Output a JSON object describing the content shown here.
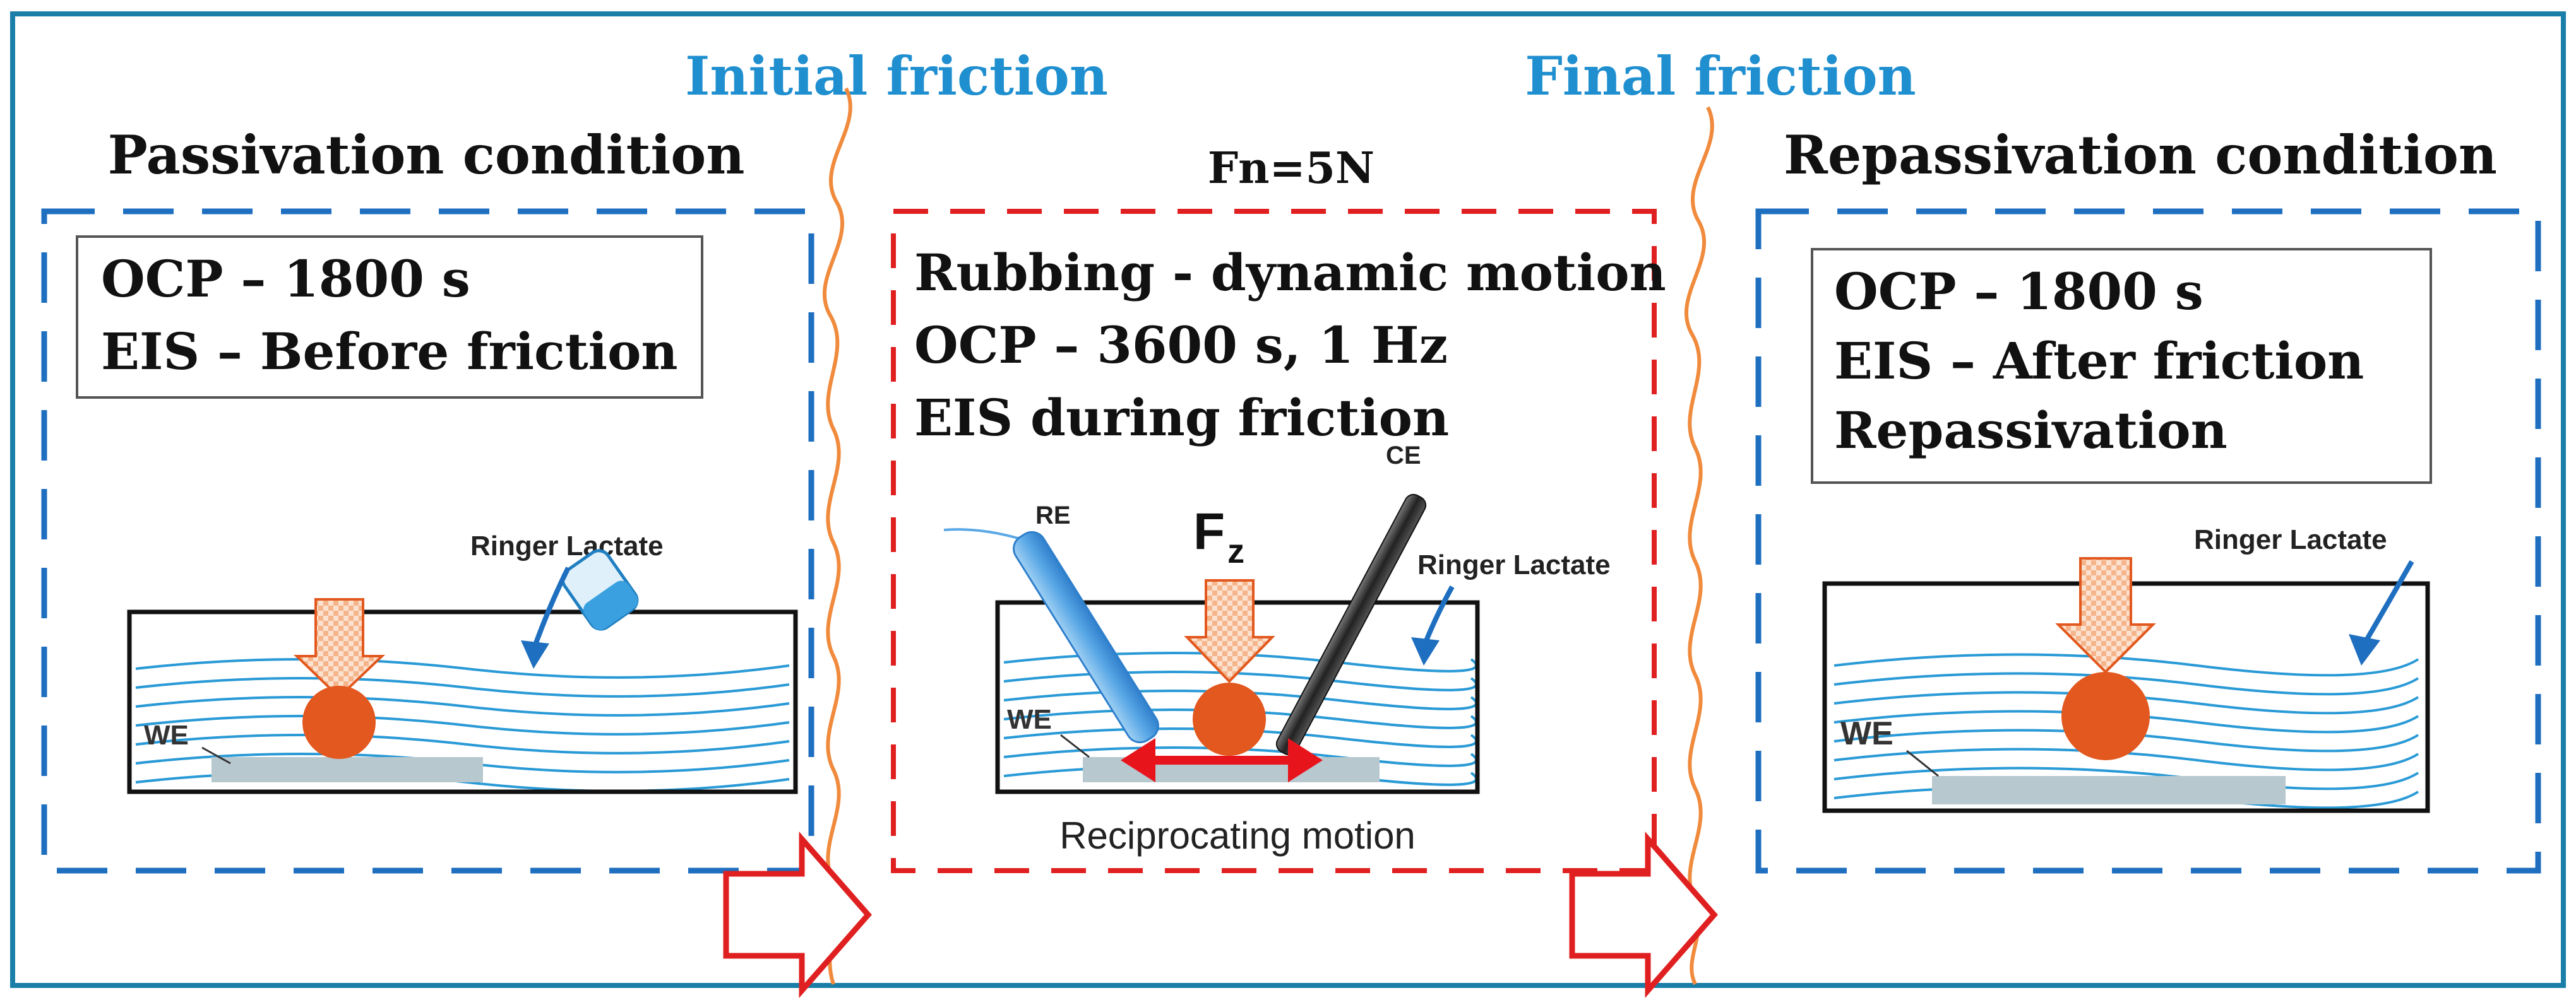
{
  "stages": {
    "initial_friction": "Initial friction",
    "final_friction": "Final friction"
  },
  "panel1": {
    "title": "Passivation condition",
    "line1": "OCP – 1800 s",
    "line2": "EIS – Before friction",
    "solution_label": "Ringer Lactate",
    "we_label": "WE"
  },
  "panel2": {
    "force": "Fn=5N",
    "line1": "Rubbing - dynamic motion",
    "line2": "OCP – 3600 s, 1 Hz",
    "line3": "EIS during friction",
    "re_label": "RE",
    "ce_label": "CE",
    "fz_label": "F",
    "fz_sub": "z",
    "solution_label": "Ringer Lactate",
    "we_label": "WE",
    "motion_label": "Reciprocating motion"
  },
  "panel3": {
    "title": "Repassivation condition",
    "line1": "OCP – 1800 s",
    "line2": "EIS – After friction",
    "line3": "Repassivation",
    "solution_label": "Ringer Lactate",
    "we_label": "WE"
  },
  "colors": {
    "frame": "#1a7fa8",
    "blue_heading": "#1f8fd0",
    "blue_dash": "#1f6fc0",
    "red_dash": "#e02020",
    "orange_wave": "#f08a3c",
    "ball": "#e2581e",
    "water": "#2a9ad6"
  }
}
